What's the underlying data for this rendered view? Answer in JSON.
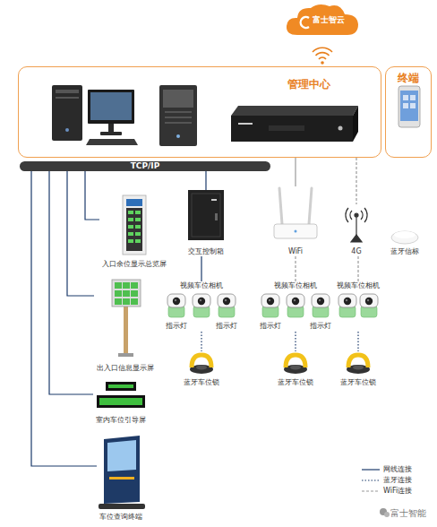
{
  "diagram": {
    "nodes": [
      {
        "text": [
          "富士智云"
        ]
      },
      {
        "text": [
          "管理中心"
        ]
      },
      {
        "text": [
          "终端"
        ]
      },
      {
        "text": [
          "TCP/IP"
        ]
      },
      {
        "text": [
          "入口余位显示总览屏"
        ]
      },
      {
        "text": [
          "交互控制箱"
        ]
      },
      {
        "text": [
          "WiFi"
        ]
      },
      {
        "text": [
          "4G"
        ]
      },
      {
        "text": [
          "蓝牙信标"
        ]
      },
      {
        "text": [
          "视频车位相机"
        ]
      },
      {
        "text": [
          "视频车位相机"
        ]
      },
      {
        "text": [
          "视频车位相机"
        ]
      },
      {
        "text": [
          "出入口信息显示屏"
        ]
      },
      {
        "text": [
          "蓝牙车位锁"
        ]
      },
      {
        "text": [
          "蓝牙车位锁"
        ]
      },
      {
        "text": [
          "蓝牙车位锁"
        ]
      },
      {
        "text": [
          "室内车位引导屏"
        ]
      },
      {
        "text": [
          "车位查询终端"
        ]
      }
    ],
    "edges": [
      {
        "from": 3,
        "to": 4,
        "arrow": "none"
      },
      {
        "from": 3,
        "to": 12,
        "arrow": "none"
      },
      {
        "from": 3,
        "to": 16,
        "arrow": "none"
      },
      {
        "from": 3,
        "to": 17,
        "arrow": "none"
      },
      {
        "from": 3,
        "to": 5,
        "arrow": "none"
      },
      {
        "from": 1,
        "to": 6,
        "arrow": "none"
      },
      {
        "from": 1,
        "to": 7,
        "arrow": "none"
      },
      {
        "from": 5,
        "to": 9,
        "arrow": "none"
      },
      {
        "from": 6,
        "to": 10,
        "arrow": "none"
      },
      {
        "from": 7,
        "to": 11,
        "arrow": "none"
      },
      {
        "from": 9,
        "to": 13,
        "arrow": "none"
      },
      {
        "from": 10,
        "to": 14,
        "arrow": "none"
      },
      {
        "from": 11,
        "to": 15,
        "arrow": "none"
      }
    ],
    "labels": [
      "指示灯",
      "指示灯",
      "指示灯",
      "指示灯",
      "富士智能"
    ],
    "legend": [
      {
        "text": "网线连接"
      },
      {
        "text": "蓝牙连接"
      },
      {
        "text": "WiFi连接"
      }
    ]
  }
}
